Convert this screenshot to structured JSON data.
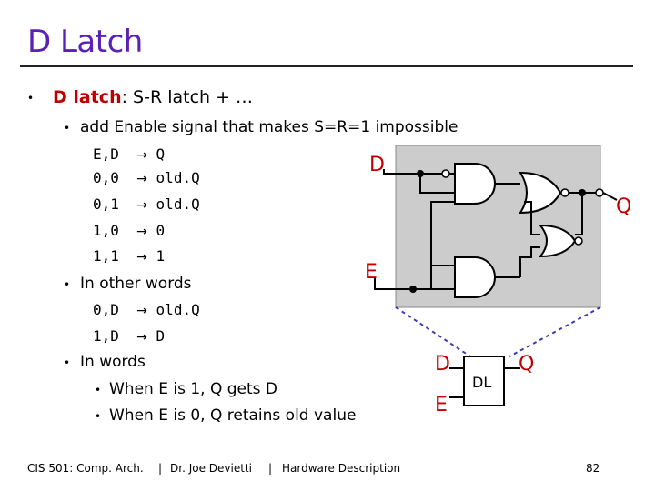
{
  "slide": {
    "title": "D Latch",
    "bullet_main_term": "D latch",
    "bullet_main_rest": ": S-R latch + …",
    "sub_bullet_1": "add Enable signal that makes S=R=1 impossible",
    "truth_table": [
      {
        "input": "E,D",
        "output": "Q"
      },
      {
        "input": "0,0",
        "output": "old.Q"
      },
      {
        "input": "0,1",
        "output": "old.Q"
      },
      {
        "input": "1,0",
        "output": "0"
      },
      {
        "input": "1,1",
        "output": "1"
      }
    ],
    "sub_bullet_2": "In other words",
    "other_words": [
      {
        "input": "0,D",
        "output": "old.Q"
      },
      {
        "input": "1,D",
        "output": "D"
      }
    ],
    "sub_bullet_3": "In words",
    "words": [
      "When E is 1, Q gets D",
      "When E is 0, Q retains old value"
    ],
    "arrow_glyph": "→"
  },
  "diagram": {
    "label_d": "D",
    "label_e": "E",
    "label_q": "Q",
    "block_d": "D",
    "block_e": "E",
    "block_q": "Q",
    "block_name": "DL",
    "box_fill": "#cccccc",
    "dashed_color": "#3b3bb0"
  },
  "footer": {
    "course": "CIS 501: Comp. Arch.",
    "author": "Dr. Joe Devietti",
    "topic": "Hardware Description",
    "sep": "|",
    "page": "82"
  }
}
